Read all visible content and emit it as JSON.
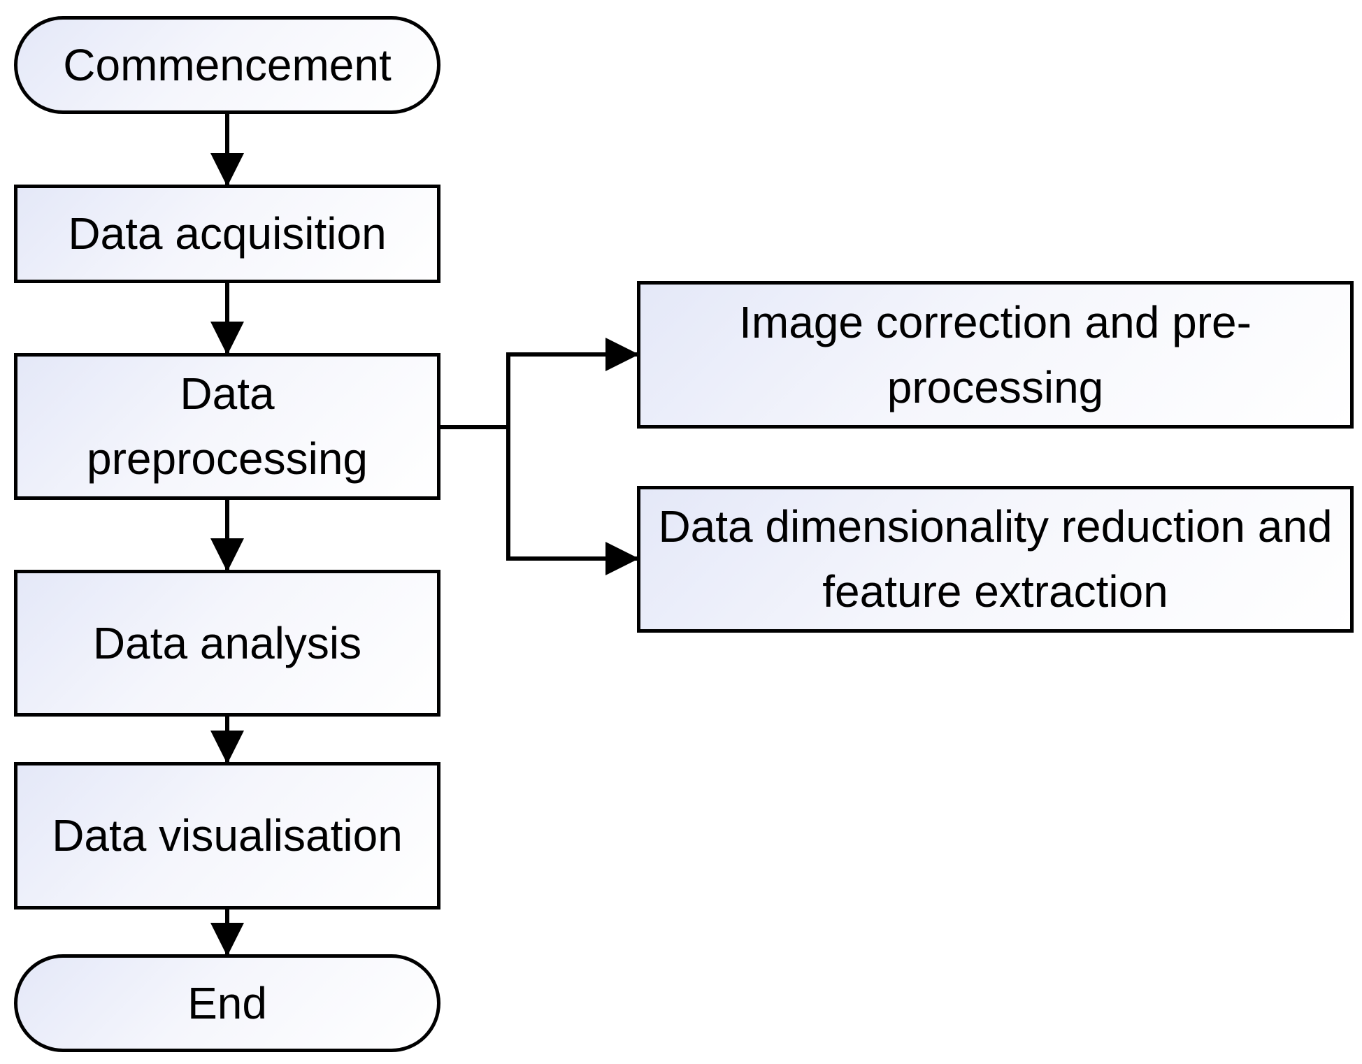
{
  "flowchart": {
    "start": "Commencement",
    "steps": [
      "Data acquisition",
      "Data preprocessing",
      "Data analysis",
      "Data visualisation"
    ],
    "end": "End",
    "preprocessing_substeps": [
      "Image correction and pre-processing",
      "Data dimensionality reduction and feature extraction"
    ]
  }
}
